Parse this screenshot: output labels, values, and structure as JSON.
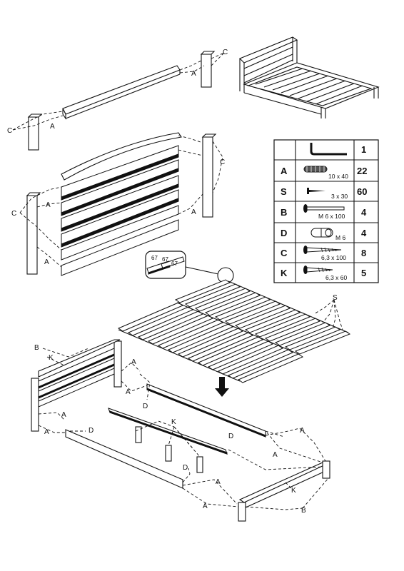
{
  "labels": {
    "a": "A",
    "b": "B",
    "c": "C",
    "d": "D",
    "k": "K",
    "s": "S"
  },
  "detail": {
    "dim1": "67",
    "dim2": "67",
    "dim3": "67"
  },
  "parts_table": {
    "rows": [
      {
        "letter": "",
        "icon": "allen-key-icon",
        "size": "",
        "qty": "1"
      },
      {
        "letter": "A",
        "icon": "dowel-icon",
        "size": "10 x 40",
        "qty": "22"
      },
      {
        "letter": "S",
        "icon": "small-screw-icon",
        "size": "3 x 30",
        "qty": "60"
      },
      {
        "letter": "B",
        "icon": "bolt-icon",
        "size": "M 6 x 100",
        "qty": "4"
      },
      {
        "letter": "D",
        "icon": "barrel-nut-icon",
        "size": "M 6",
        "qty": "4"
      },
      {
        "letter": "C",
        "icon": "long-screw-icon",
        "size": "6,3 x 100",
        "qty": "8"
      },
      {
        "letter": "K",
        "icon": "medium-screw-icon",
        "size": "6,3 x 60",
        "qty": "5"
      }
    ]
  }
}
